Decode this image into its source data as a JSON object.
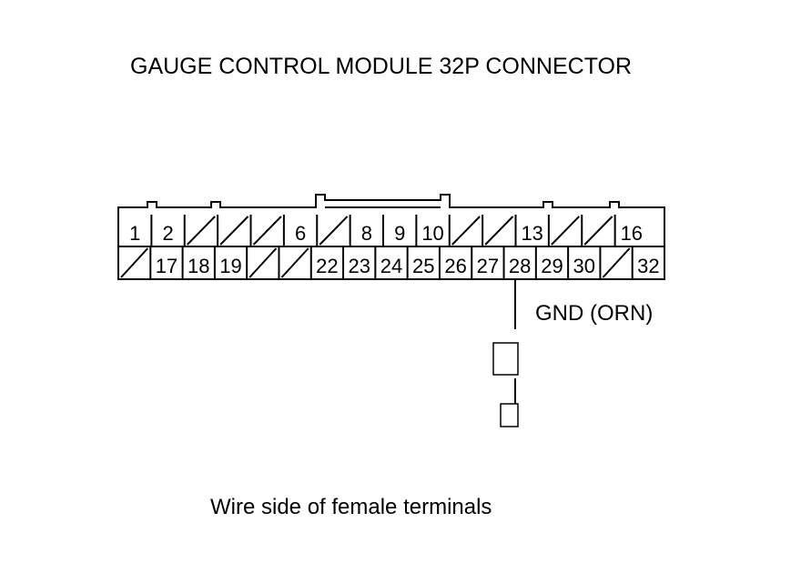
{
  "title": "GAUGE CONTROL MODULE 32P CONNECTOR",
  "connector": {
    "top_row": [
      "1",
      "2",
      "",
      "",
      "",
      "6",
      "",
      "8",
      "9",
      "10",
      "",
      "",
      "13",
      "",
      "",
      "16"
    ],
    "bottom_row": [
      "",
      "17",
      "18",
      "19",
      "",
      "",
      "22",
      "23",
      "24",
      "25",
      "26",
      "27",
      "28",
      "29",
      "30",
      "",
      "32"
    ]
  },
  "wire_label": "GND (ORN)",
  "caption": "Wire side of female terminals"
}
